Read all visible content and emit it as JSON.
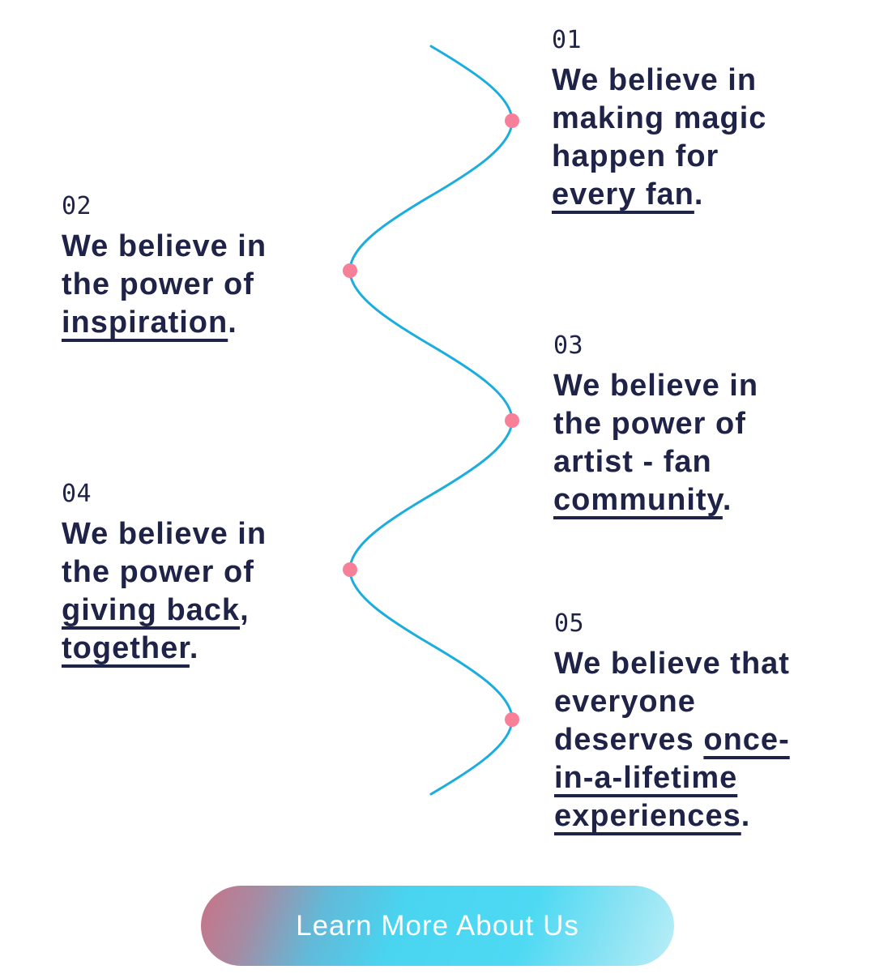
{
  "page": {
    "background": "#ffffff"
  },
  "colors": {
    "heading_text": "#1f2347",
    "number_text": "#1f2347",
    "curve_line": "#1badde",
    "timeline_dot": "#f77f97",
    "button_text": "#ffffff",
    "button_gradient_start": "#ca7286",
    "button_gradient_mid": "#49d4f0",
    "button_gradient_end": "#baeef8"
  },
  "timeline": {
    "items": [
      {
        "number": "01",
        "side": "right",
        "heading_text": "We believe in making magic happen for every fan.",
        "heading_html": "We believe in<br>making magic<br>happen for<br><u>every fan</u>.",
        "underlined_phrase": "every fan"
      },
      {
        "number": "02",
        "side": "left",
        "heading_text": "We believe in the power of inspiration.",
        "heading_html": "We believe in<br>the power of<br><u>inspiration</u>.",
        "underlined_phrase": "inspiration"
      },
      {
        "number": "03",
        "side": "right",
        "heading_text": "We believe in the power of artist - fan community.",
        "heading_html": "We believe in<br>the power of<br>artist - fan<br><u>community</u>.",
        "underlined_phrase": "community"
      },
      {
        "number": "04",
        "side": "left",
        "heading_text": "We believe in the power of giving back, together.",
        "heading_html": "We believe in<br>the power of<br><u>giving back</u>,<br><u>together</u>.",
        "underlined_phrase": "giving back, together"
      },
      {
        "number": "05",
        "side": "right",
        "heading_text": "We believe that everyone deserves once-in-a-lifetime experiences.",
        "heading_html": "We believe that<br>everyone<br>deserves <u>once-</u><br><u>in-a-lifetime</u><br><u>experiences</u>.",
        "underlined_phrase": "once-in-a-lifetime experiences"
      }
    ]
  },
  "button": {
    "label": "Learn More About Us"
  }
}
